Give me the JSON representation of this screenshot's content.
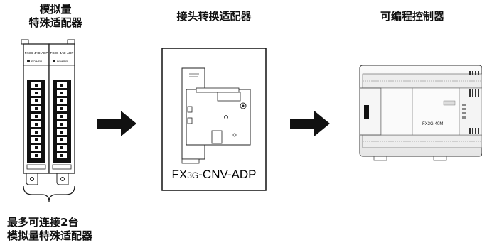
{
  "labels": {
    "analog_adapter": [
      "模拟量",
      "特殊适配器"
    ],
    "connector_adapter": "接头转换适配器",
    "plc": "可编程控制器"
  },
  "adapter_module": {
    "model_text": "FX3G-4AD-ADP",
    "power_text": "POWER"
  },
  "connector_adapter_model": {
    "prefix": "FX",
    "series": "3G",
    "suffix": "-CNV-ADP"
  },
  "plc_model": "FX3G-40M",
  "note": [
    "最多可连接2台",
    "模拟量特殊适配器"
  ]
}
